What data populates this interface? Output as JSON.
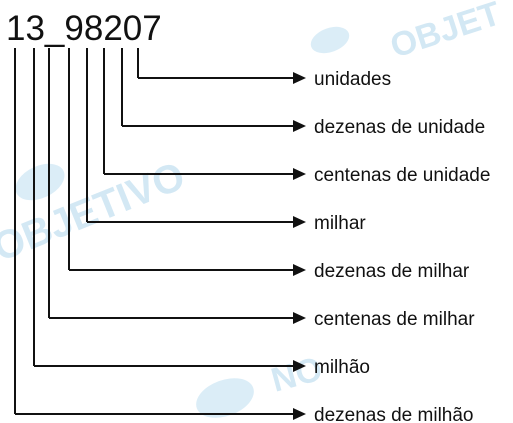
{
  "number_label": "13_98207",
  "watermark": "OBJETIVO",
  "colors": {
    "line": "#111111",
    "text": "#111111",
    "watermark": "#cfe6f3"
  },
  "places": [
    {
      "digit": "7",
      "label": "unidades"
    },
    {
      "digit": "0",
      "label": "dezenas de unidade"
    },
    {
      "digit": "2",
      "label": "centenas de unidade"
    },
    {
      "digit": "8",
      "label": "milhar"
    },
    {
      "digit": "9",
      "label": "dezenas de milhar"
    },
    {
      "digit": "_",
      "label": "centenas de milhar"
    },
    {
      "digit": "3",
      "label": "milhão"
    },
    {
      "digit": "1",
      "label": "dezenas de milhão"
    }
  ]
}
